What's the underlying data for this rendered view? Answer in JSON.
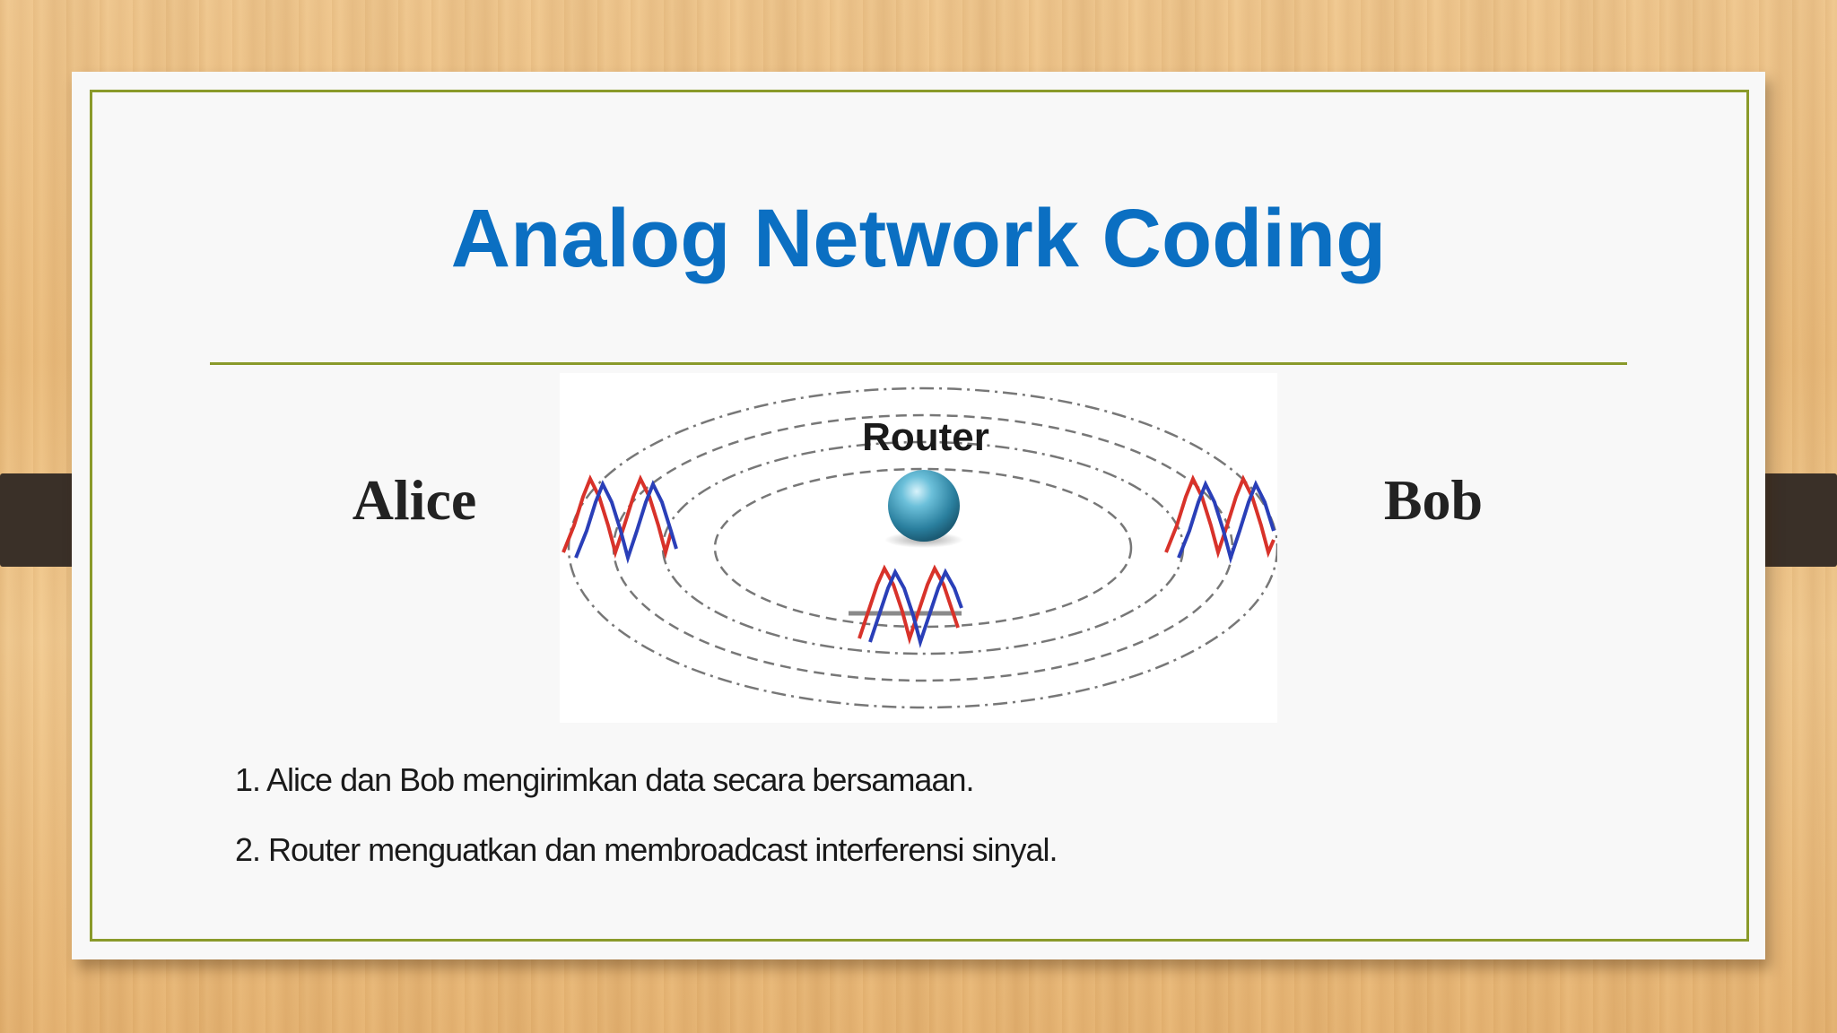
{
  "slide": {
    "title": "Analog Network Coding",
    "left_party": "Alice",
    "right_party": "Bob",
    "diagram": {
      "router_label": "Router"
    },
    "points": [
      "1. Alice dan Bob mengirimkan data secara bersamaan.",
      "2. Router menguatkan dan membroadcast interferensi sinyal."
    ]
  },
  "colors": {
    "title": "#0b6fc2",
    "frame": "#8a9a2a",
    "wave_red": "#d8322a",
    "wave_blue": "#2a3fb8",
    "router": "#2f8aa8"
  }
}
